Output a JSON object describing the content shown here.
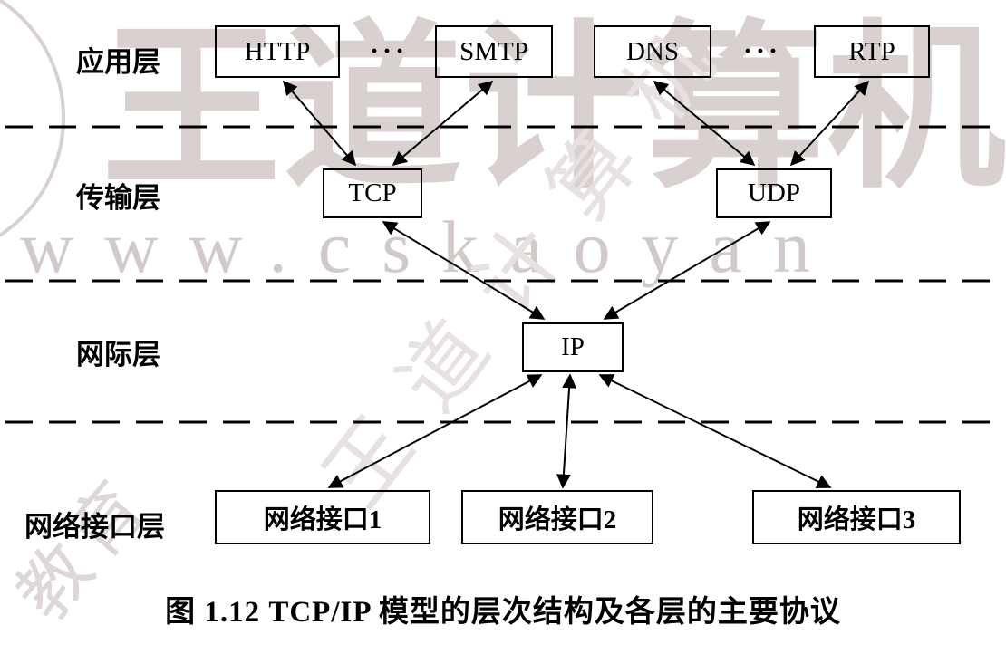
{
  "watermark": {
    "brand_text": "王道计算机",
    "url_text": "www.cskaoyan",
    "stamp_text": "教育"
  },
  "diagram": {
    "layer_labels": {
      "application": "应用层",
      "transport": "传输层",
      "internet": "网际层",
      "network_interface": "网络接口层"
    },
    "nodes": {
      "http": "HTTP",
      "smtp": "SMTP",
      "dns": "DNS",
      "rtp": "RTP",
      "tcp": "TCP",
      "udp": "UDP",
      "ip": "IP",
      "ni1": "网络接口1",
      "ni2": "网络接口2",
      "ni3": "网络接口3"
    },
    "ellipsis": "···",
    "caption": "图 1.12  TCP/IP 模型的层次结构及各层的主要协议"
  }
}
